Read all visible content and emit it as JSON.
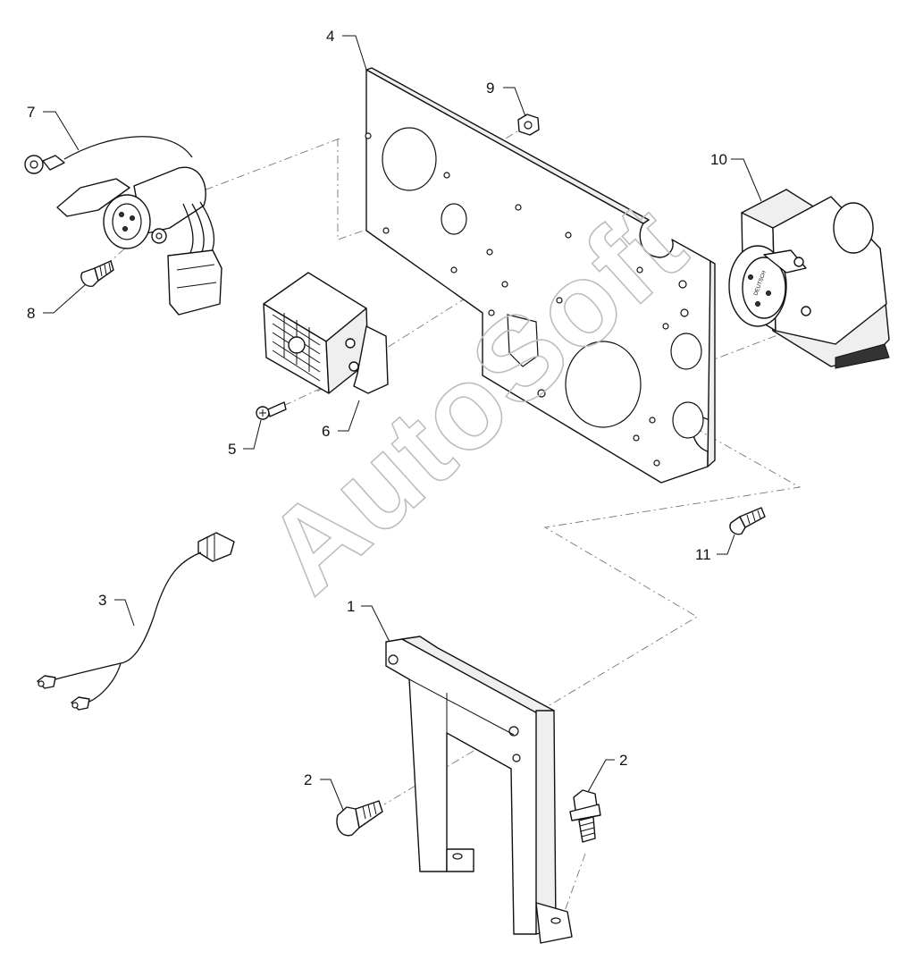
{
  "watermark": "AutoSoft",
  "callouts": [
    {
      "id": "c1",
      "label": "1"
    },
    {
      "id": "c2a",
      "label": "2"
    },
    {
      "id": "c2b",
      "label": "2"
    },
    {
      "id": "c3",
      "label": "3"
    },
    {
      "id": "c4",
      "label": "4"
    },
    {
      "id": "c5",
      "label": "5"
    },
    {
      "id": "c6",
      "label": "6"
    },
    {
      "id": "c7",
      "label": "7"
    },
    {
      "id": "c8",
      "label": "8"
    },
    {
      "id": "c9",
      "label": "9"
    },
    {
      "id": "c10",
      "label": "10"
    },
    {
      "id": "c11",
      "label": "11"
    }
  ],
  "connector_marking": "DEUTSCH"
}
